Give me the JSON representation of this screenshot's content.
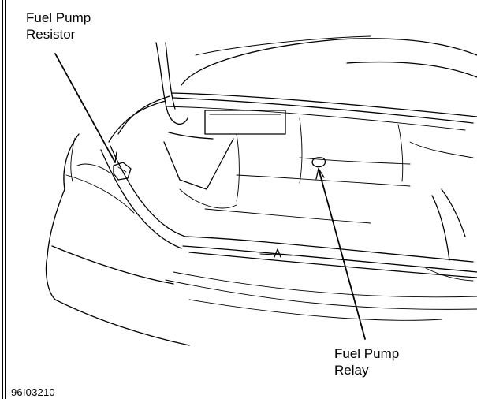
{
  "callouts": {
    "resistor": {
      "line1": "Fuel Pump",
      "line2": "Resistor"
    },
    "relay": {
      "line1": "Fuel Pump",
      "line2": "Relay"
    }
  },
  "figure_id": "96I03210"
}
